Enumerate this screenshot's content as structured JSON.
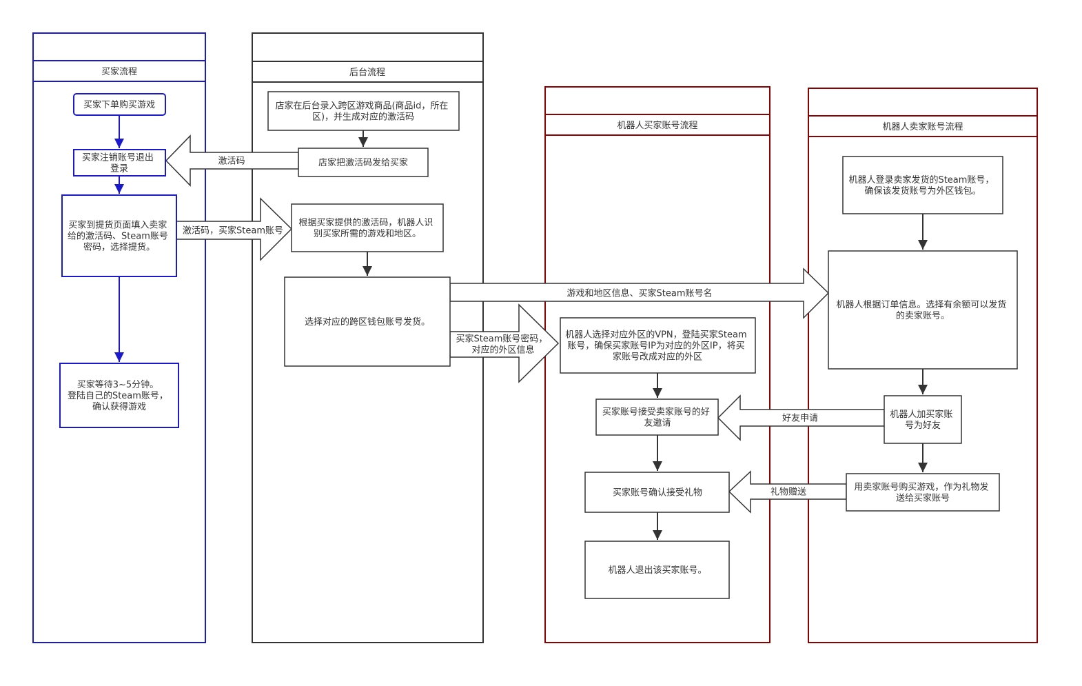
{
  "colors": {
    "buyer_lane": "#1a1acc",
    "backend_lane": "#333333",
    "robot_lane": "#8b0000",
    "edge": "#333333",
    "text": "#333333",
    "background": "#ffffff"
  },
  "lanes": {
    "buyer": "买家流程",
    "backend": "后台流程",
    "robot_buyer": "机器人买家账号流程",
    "robot_seller": "机器人卖家账号流程"
  },
  "nodes": {
    "buyer_order": [
      "买家下单购买游戏"
    ],
    "buyer_logout": [
      "买家注销账号退出",
      "登录"
    ],
    "buyer_fill": [
      "买家到提货页面填入卖家",
      "给的激活码、Steam账号",
      "密码，选择提货。"
    ],
    "buyer_wait": [
      "买家等待3~5分钟。",
      "登陆自己的Steam账号，",
      "确认获得游戏"
    ],
    "shop_enter": [
      "店家在后台录入跨区游戏商品(商品id，所在",
      "区)，并生成对应的激活码"
    ],
    "shop_send": [
      "店家把激活码发给买家"
    ],
    "robot_identify": [
      "根据买家提供的激活码，机器人识",
      "别买家所需的游戏和地区。"
    ],
    "select_wallet": [
      "选择对应的跨区钱包账号发货。"
    ],
    "robot_vpn": [
      "机器人选择对应外区的VPN，登陆买家Steam",
      "账号，确保买家账号IP为对应的外区IP，将买",
      "家账号改成对应的外区"
    ],
    "accept_friend": [
      "买家账号接受卖家账号的好",
      "友邀请"
    ],
    "accept_gift": [
      "买家账号确认接受礼物"
    ],
    "robot_exit": [
      "机器人退出该买家账号。"
    ],
    "seller_login": [
      "机器人登录卖家发货的Steam账号，",
      "确保该发货账号为外区钱包。"
    ],
    "seller_choose": [
      "机器人根据订单信息。选择有余额可以发货",
      "的卖家账号。"
    ],
    "seller_add_friend": [
      "机器人加买家账",
      "号为好友"
    ],
    "seller_buy_gift": [
      "用卖家账号购买游戏，作为礼物发",
      "送给买家账号"
    ]
  },
  "arrows": {
    "code_to_buyer": [
      "激活码"
    ],
    "code_account": [
      "激活码，买家Steam账号"
    ],
    "game_region": [
      "游戏和地区信息、买家Steam账号名"
    ],
    "password_region": [
      "买家Steam账号密码，",
      "对应的外区信息"
    ],
    "friend_request": [
      "好友申请"
    ],
    "gift": [
      "礼物赠送"
    ]
  }
}
